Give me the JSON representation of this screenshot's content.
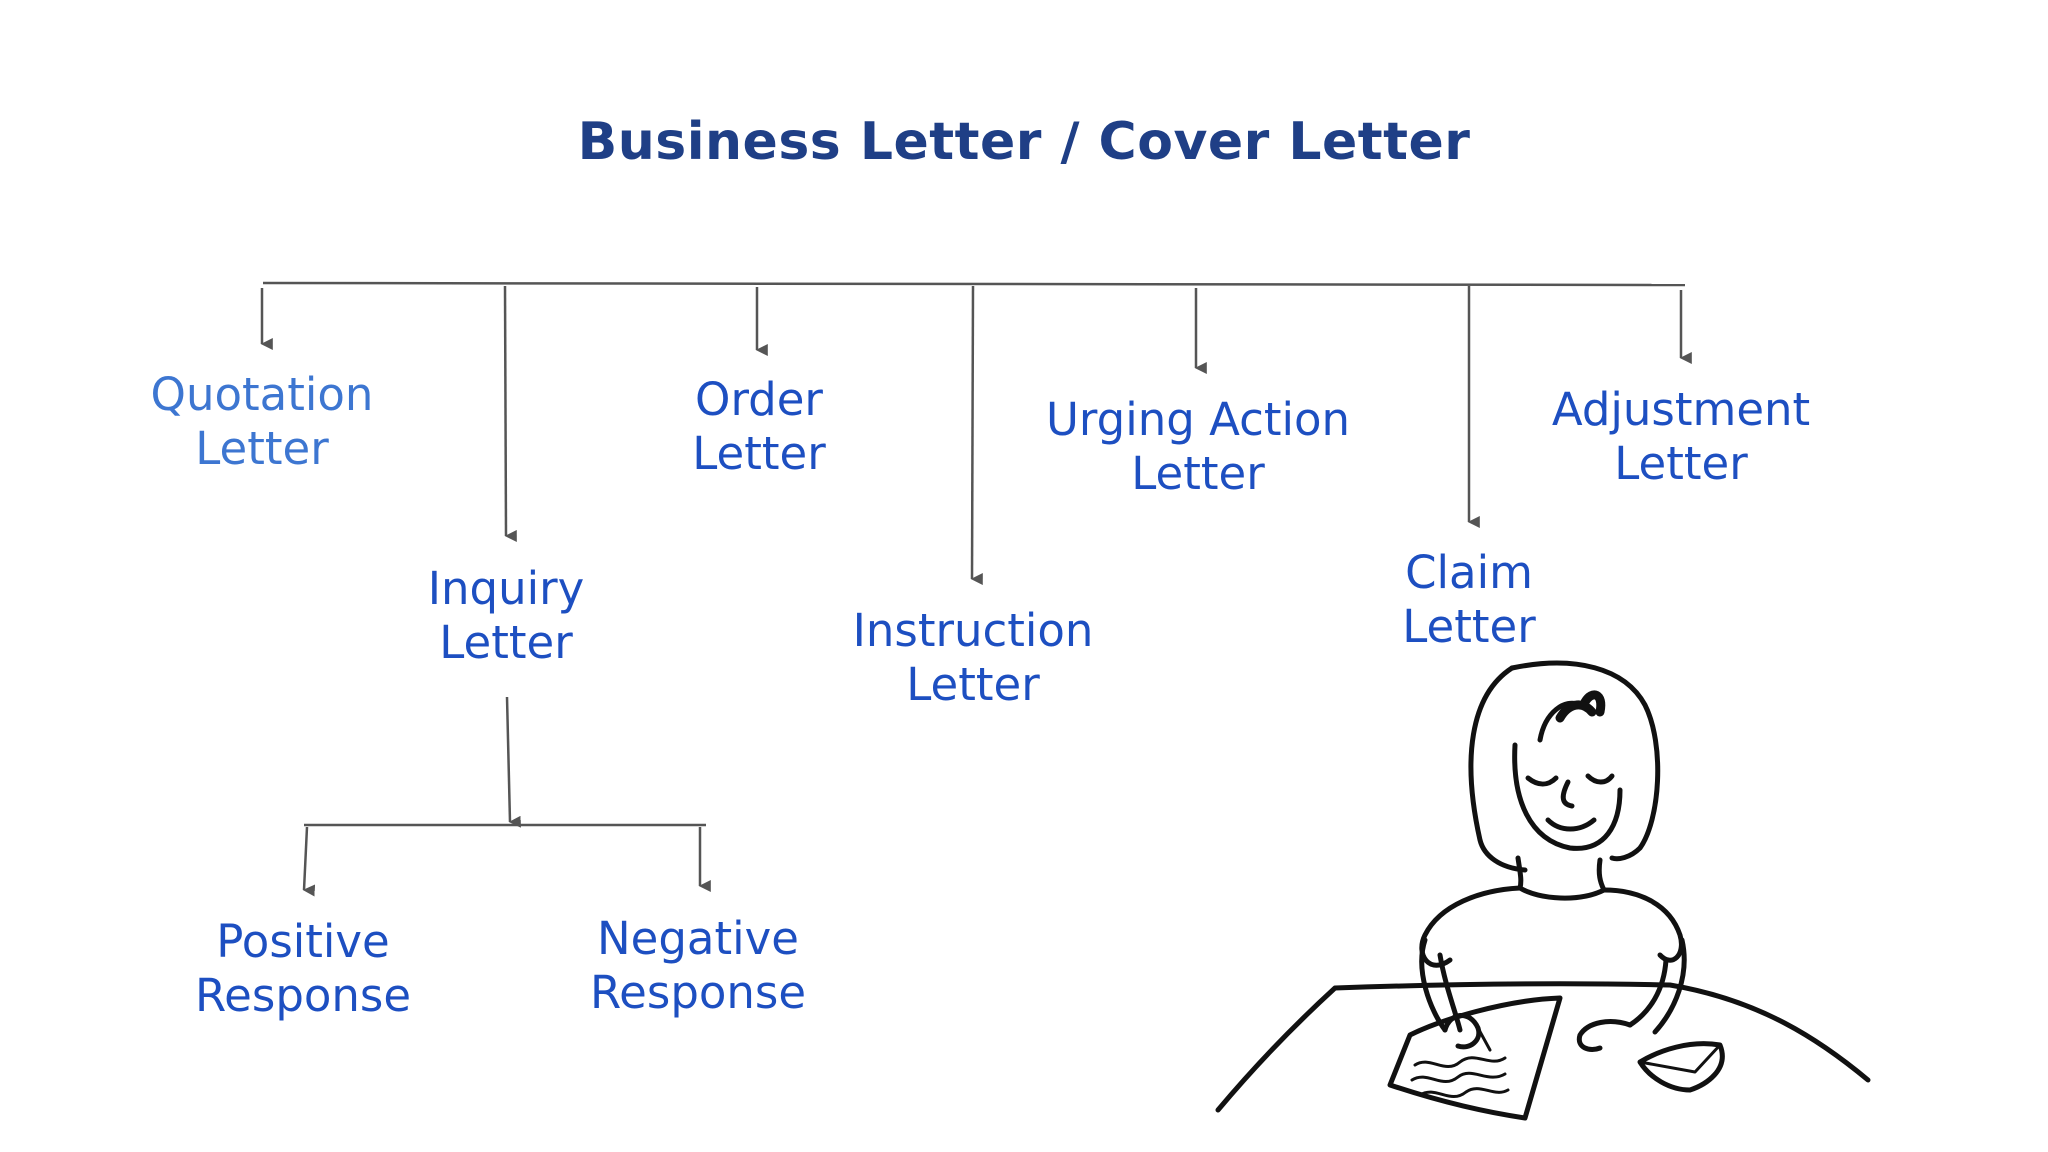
{
  "title": "Business Letter / Cover Letter",
  "root_children": [
    {
      "line1": "Quotation",
      "line2": "Letter"
    },
    {
      "line1": "Inquiry",
      "line2": "Letter"
    },
    {
      "line1": "Order",
      "line2": "Letter"
    },
    {
      "line1": "Instruction",
      "line2": "Letter"
    },
    {
      "line1": "Urging Action",
      "line2": "Letter"
    },
    {
      "line1": "Claim",
      "line2": "Letter"
    },
    {
      "line1": "Adjustment",
      "line2": "Letter"
    }
  ],
  "inquiry_children": [
    {
      "line1": "Positive",
      "line2": "Response"
    },
    {
      "line1": "Negative",
      "line2": "Response"
    }
  ],
  "colors": {
    "title": "#1f3f86",
    "label": "#1d4fc1",
    "label_light": "#3d76d1",
    "connector": "#555555",
    "illustration": "#111111"
  },
  "illustration": "woman-writing-letter"
}
